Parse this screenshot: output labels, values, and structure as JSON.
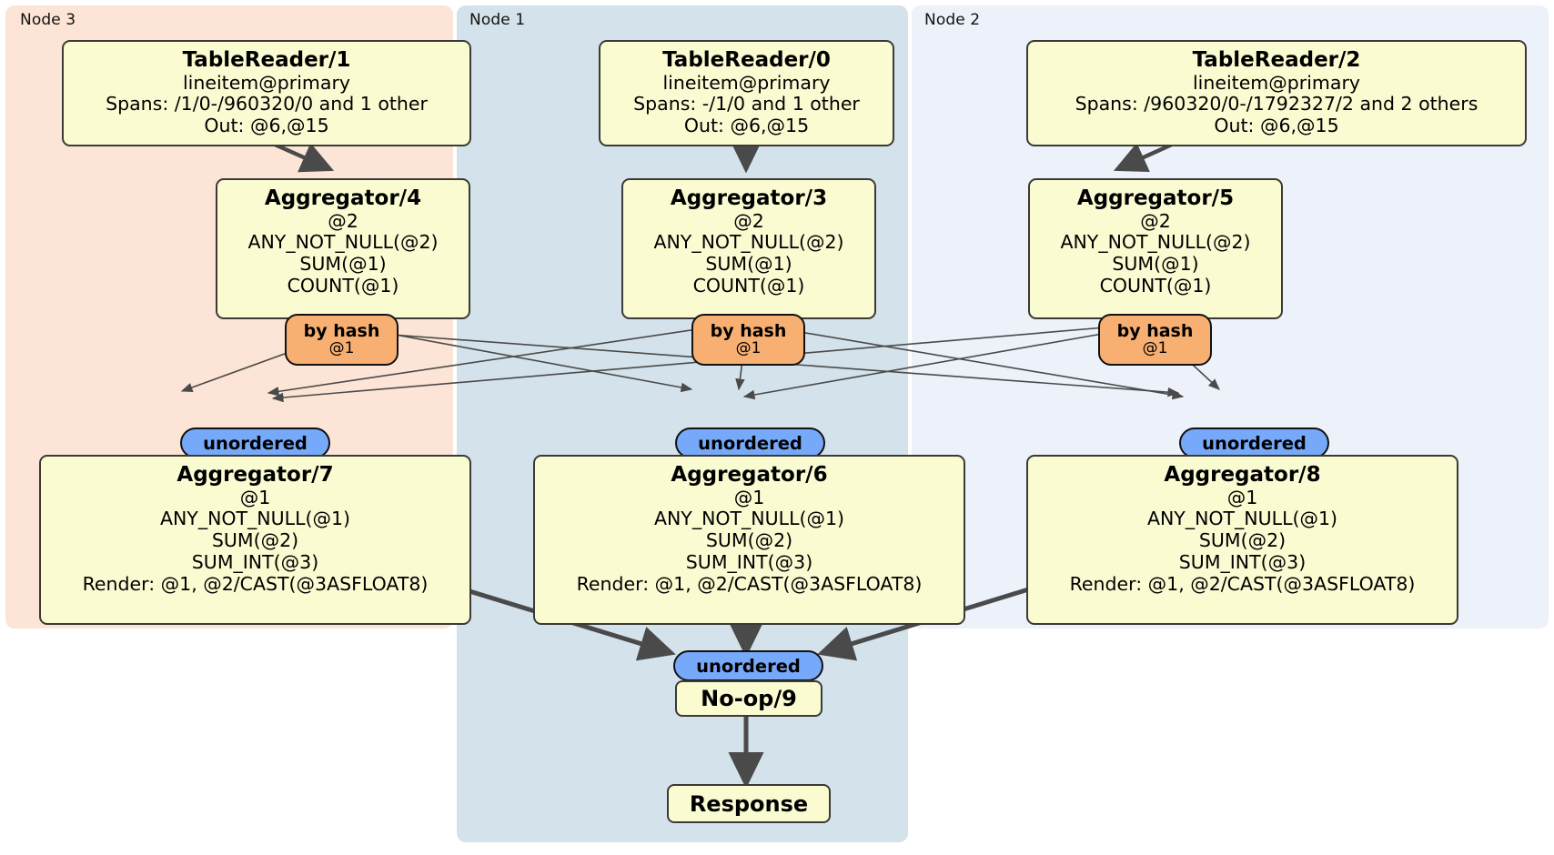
{
  "diagram": {
    "type": "distsql-query-plan",
    "panels": [
      {
        "label": "Node 3",
        "color": "#fce4d6"
      },
      {
        "label": "Node 1",
        "color": "#d4e2eb"
      },
      {
        "label": "Node 2",
        "color": "#ecf1fa"
      }
    ],
    "colors": {
      "node_box_fill": "#fbfbd2",
      "node_box_stroke": "#3a3a36",
      "hash_router_fill": "#f8b072",
      "synchronizer_fill": "#76a9f9",
      "edge_stroke": "#4a4a4a"
    }
  },
  "processors": {
    "table_reader_1": {
      "title": "TableReader/1",
      "lines": [
        "lineitem@primary",
        "Spans: /1/0-/960320/0 and 1 other",
        "Out: @6,@15"
      ]
    },
    "table_reader_0": {
      "title": "TableReader/0",
      "lines": [
        "lineitem@primary",
        "Spans: -/1/0 and 1 other",
        "Out: @6,@15"
      ]
    },
    "table_reader_2": {
      "title": "TableReader/2",
      "lines": [
        "lineitem@primary",
        "Spans: /960320/0-/1792327/2 and 2 others",
        "Out: @6,@15"
      ]
    },
    "aggregator_4": {
      "title": "Aggregator/4",
      "lines": [
        "@2",
        "ANY_NOT_NULL(@2)",
        "SUM(@1)",
        "COUNT(@1)"
      ]
    },
    "aggregator_3": {
      "title": "Aggregator/3",
      "lines": [
        "@2",
        "ANY_NOT_NULL(@2)",
        "SUM(@1)",
        "COUNT(@1)"
      ]
    },
    "aggregator_5": {
      "title": "Aggregator/5",
      "lines": [
        "@2",
        "ANY_NOT_NULL(@2)",
        "SUM(@1)",
        "COUNT(@1)"
      ]
    },
    "aggregator_7": {
      "title": "Aggregator/7",
      "lines": [
        "@1",
        "ANY_NOT_NULL(@1)",
        "SUM(@2)",
        "SUM_INT(@3)",
        "Render: @1, @2/CAST(@3ASFLOAT8)"
      ]
    },
    "aggregator_6": {
      "title": "Aggregator/6",
      "lines": [
        "@1",
        "ANY_NOT_NULL(@1)",
        "SUM(@2)",
        "SUM_INT(@3)",
        "Render: @1, @2/CAST(@3ASFLOAT8)"
      ]
    },
    "aggregator_8": {
      "title": "Aggregator/8",
      "lines": [
        "@1",
        "ANY_NOT_NULL(@1)",
        "SUM(@2)",
        "SUM_INT(@3)",
        "Render: @1, @2/CAST(@3ASFLOAT8)"
      ]
    },
    "noop_9": {
      "title": "No-op/9"
    },
    "response": {
      "title": "Response"
    }
  },
  "routers": {
    "hash_4": {
      "title": "by hash",
      "sub": "@1"
    },
    "hash_3": {
      "title": "by hash",
      "sub": "@1"
    },
    "hash_5": {
      "title": "by hash",
      "sub": "@1"
    }
  },
  "synchronizers": {
    "sync_7": {
      "title": "unordered"
    },
    "sync_6": {
      "title": "unordered"
    },
    "sync_8": {
      "title": "unordered"
    },
    "sync_9": {
      "title": "unordered"
    }
  }
}
